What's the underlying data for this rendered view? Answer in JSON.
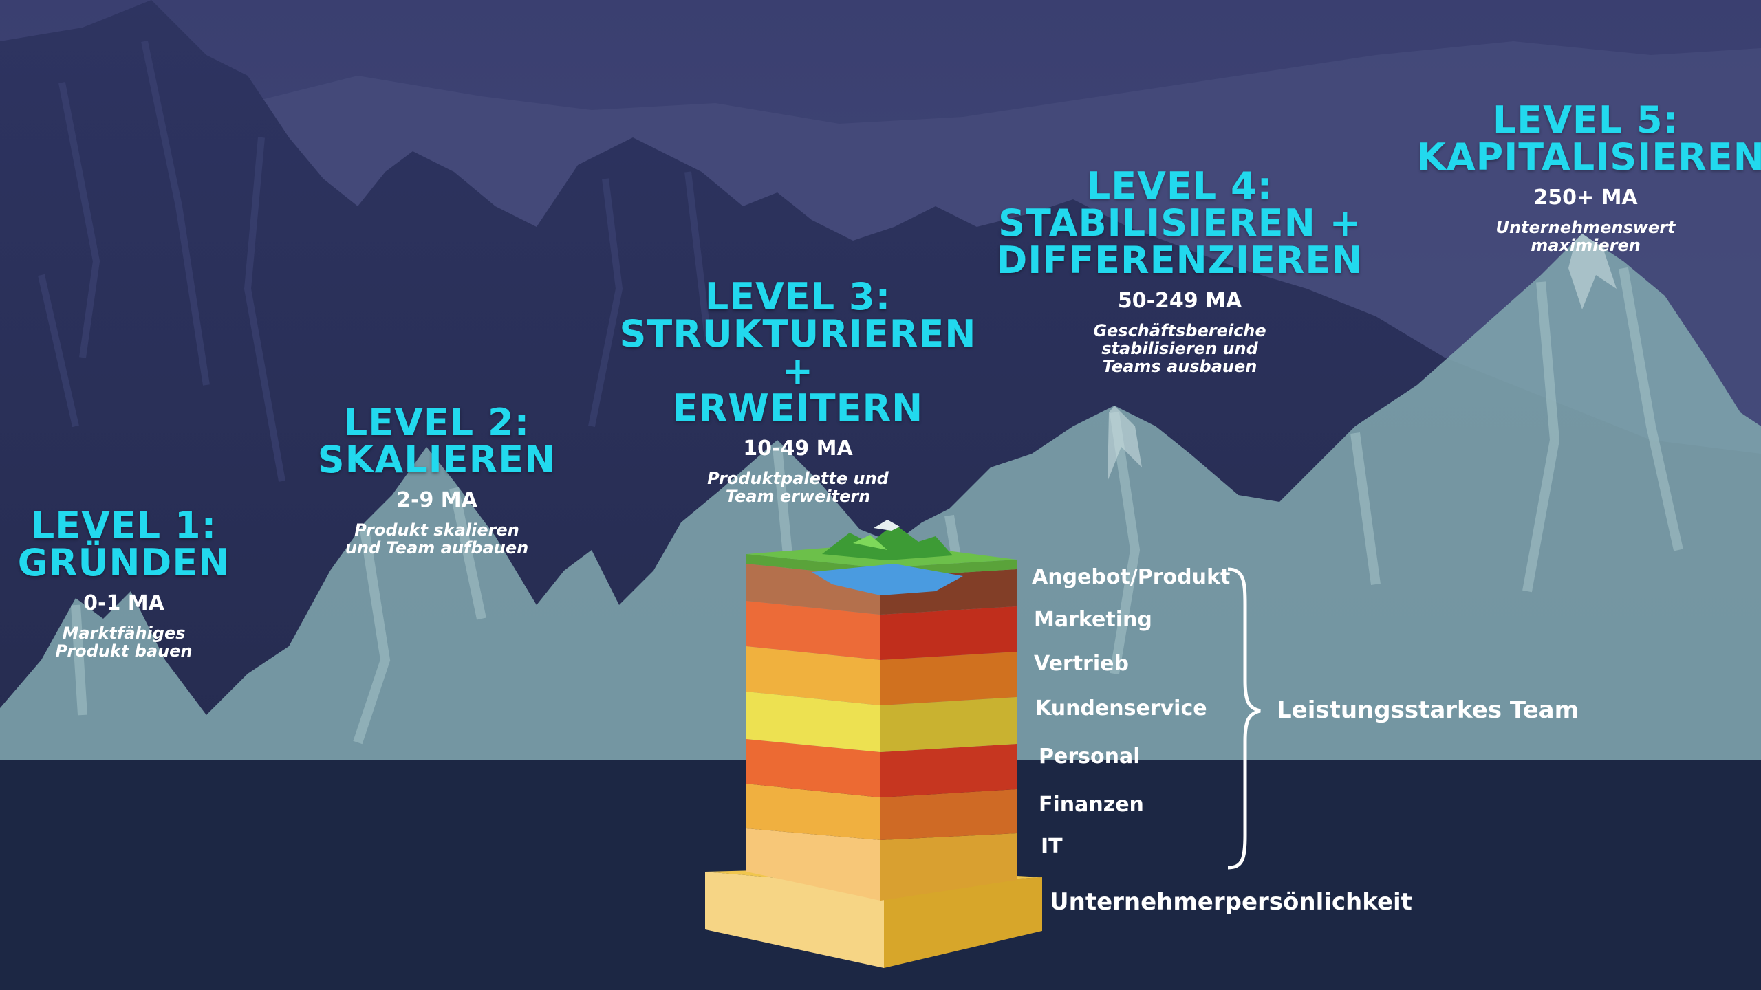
{
  "levels": [
    {
      "title_line1": "LEVEL 1:",
      "title_line2": "GRÜNDEN",
      "title_line3": "",
      "employees": "0-1 MA",
      "desc_line1": "Marktfähiges",
      "desc_line2": "Produkt bauen",
      "desc_line3": ""
    },
    {
      "title_line1": "LEVEL 2:",
      "title_line2": "SKALIEREN",
      "title_line3": "",
      "employees": "2-9 MA",
      "desc_line1": "Produkt skalieren",
      "desc_line2": "und Team aufbauen",
      "desc_line3": ""
    },
    {
      "title_line1": "LEVEL 3:",
      "title_line2": "STRUKTURIEREN +",
      "title_line3": "ERWEITERN",
      "employees": "10-49 MA",
      "desc_line1": "Produktpalette und",
      "desc_line2": "Team erweitern",
      "desc_line3": ""
    },
    {
      "title_line1": "LEVEL 4:",
      "title_line2": "STABILISIEREN +",
      "title_line3": "DIFFERENZIEREN",
      "employees": "50-249 MA",
      "desc_line1": "Geschäftsbereiche",
      "desc_line2": "stabilisieren und",
      "desc_line3": "Teams ausbauen"
    },
    {
      "title_line1": "LEVEL 5:",
      "title_line2": "KAPITALISIEREN",
      "title_line3": "",
      "employees": "250+ MA",
      "desc_line1": "Unternehmenswert",
      "desc_line2": "maximieren",
      "desc_line3": ""
    }
  ],
  "layers": [
    "Angebot/Produkt",
    "Marketing",
    "Vertrieb",
    "Kundenservice",
    "Personal",
    "Finanzen",
    "IT"
  ],
  "team_label": "Leistungsstarkes Team",
  "base_label": "Unternehmerpersönlichkeit",
  "colors": {
    "accent_cyan": "#22d9ee",
    "sky": "#3c4273",
    "ground": "#1c2744",
    "mountain_front": "#7fa5ad",
    "layer_orange_red": "#ec6a33",
    "layer_orange": "#f0a83a",
    "layer_yellow": "#ede151",
    "layer_peach": "#f7c778",
    "layer_soil": "#a35a3a",
    "grass": "#6cc04a",
    "water": "#4a9be0"
  }
}
